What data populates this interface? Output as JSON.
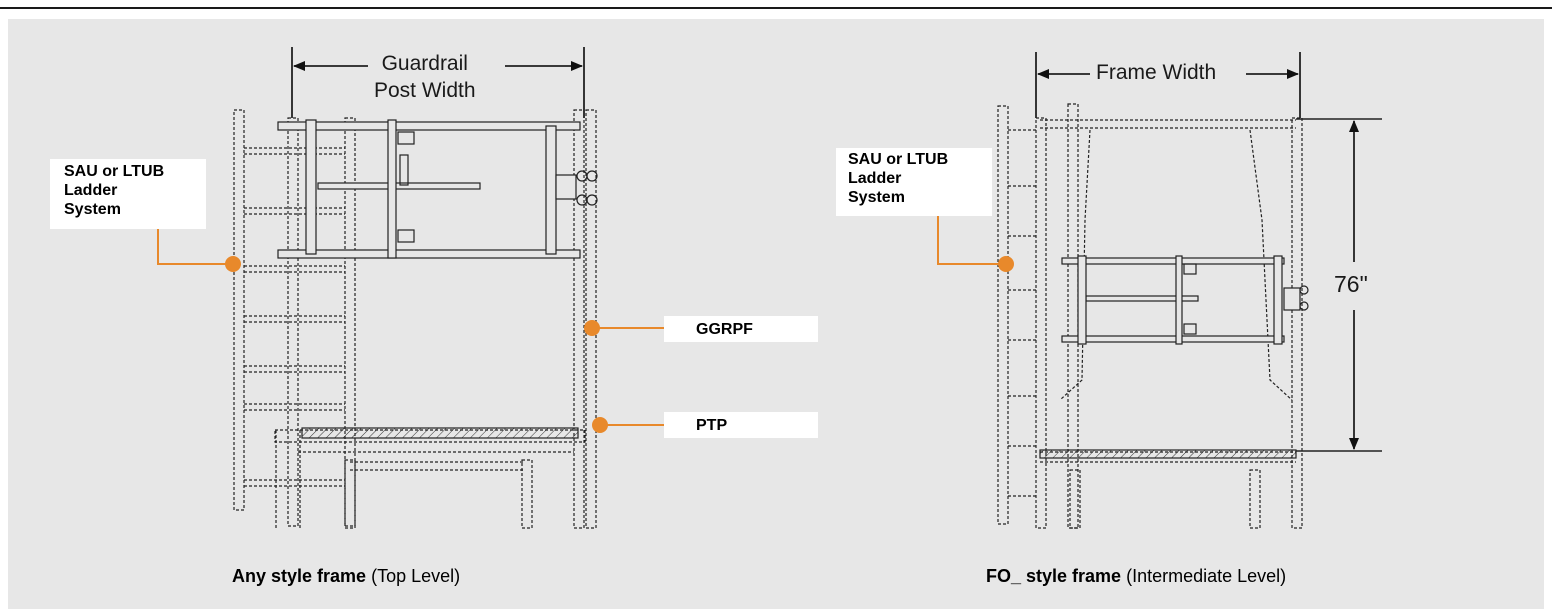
{
  "left_figure": {
    "dimension_label_line1": "Guardrail",
    "dimension_label_line2": "Post Width",
    "callout_ladder": [
      "SAU or LTUB",
      "Ladder",
      "System"
    ],
    "callout_ggrpf": "GGRPF",
    "callout_ptp": "PTP",
    "caption_bold": "Any style frame",
    "caption_normal": "(Top Level)"
  },
  "right_figure": {
    "dimension_label": "Frame Width",
    "height_label": "76\"",
    "callout_ladder": [
      "SAU or LTUB",
      "Ladder",
      "System"
    ],
    "caption_bold": "FO_ style frame",
    "caption_normal": "(Intermediate Level)"
  },
  "colors": {
    "accent": "#e8892b",
    "panel_bg": "#e7e7e7",
    "line": "#1a1a1a"
  }
}
